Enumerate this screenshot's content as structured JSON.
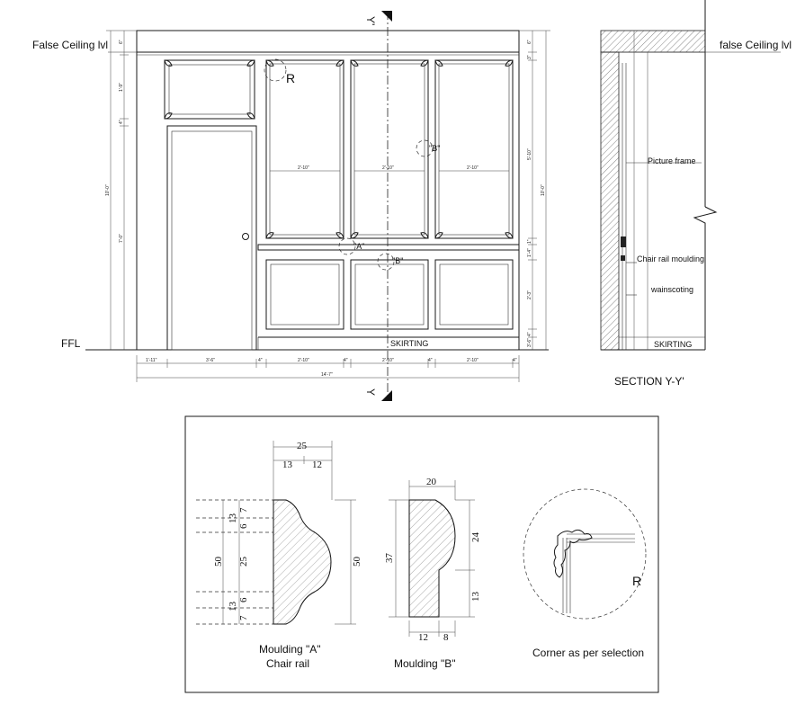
{
  "elevation": {
    "false_ceiling_left": "False Ceiling lvl",
    "false_ceiling_right": "false Ceiling lvl",
    "ffl": "FFL",
    "skirting": "SKIRTING",
    "corner_tag": "R",
    "callout_a": "\"A\"",
    "callout_b_upper": "\"B\"",
    "callout_b_lower": "\"B\"",
    "axis_top": "Y'",
    "axis_bottom": "Y",
    "bottom_dims": [
      "1'-11\"",
      "3'-6\"",
      "4\"",
      "2'-10\"",
      "4\"",
      "2'-10\"",
      "4\"",
      "2'-10\"",
      "4\""
    ],
    "overall_width": "14'-7\"",
    "upper_panel_widths": [
      "2'-10\"",
      "2'-10\"",
      "2'-10\""
    ],
    "left_dims": [
      "6\"",
      "1'-9\"",
      "4\"",
      "7'-0\"",
      "10'-0\""
    ],
    "right_dims": [
      "6\"",
      "3\"",
      "5'-10\"",
      "1\"",
      "1'-4\"",
      "2'-3\"",
      "4\"",
      "3'-6\"",
      "10'-0\""
    ]
  },
  "section": {
    "title": "SECTION Y-Y'",
    "ceiling": "false Ceiling lvl",
    "picture_frame": "Picture frame",
    "chair_rail": "Chair rail moulding",
    "wainscoting": "wainscoting",
    "skirting": "SKIRTING"
  },
  "details": {
    "moulding_a": {
      "title": "Moulding \"A\"",
      "subtitle": "Chair rail",
      "dims": {
        "top_total": "25",
        "top_left": "13",
        "top_right": "12",
        "height": "50",
        "left_total": "50",
        "seg1": "13",
        "seg2": "6",
        "seg3": "7",
        "mid": "25",
        "seg4": "13",
        "seg5": "7",
        "seg6": "6"
      }
    },
    "moulding_b": {
      "title": "Moulding \"B\"",
      "dims": {
        "top": "20",
        "height": "37",
        "upper": "24",
        "lower": "13",
        "bottom_left": "12",
        "bottom_right": "8"
      }
    },
    "corner": {
      "title": "Corner as per selection",
      "tag": "R"
    }
  }
}
